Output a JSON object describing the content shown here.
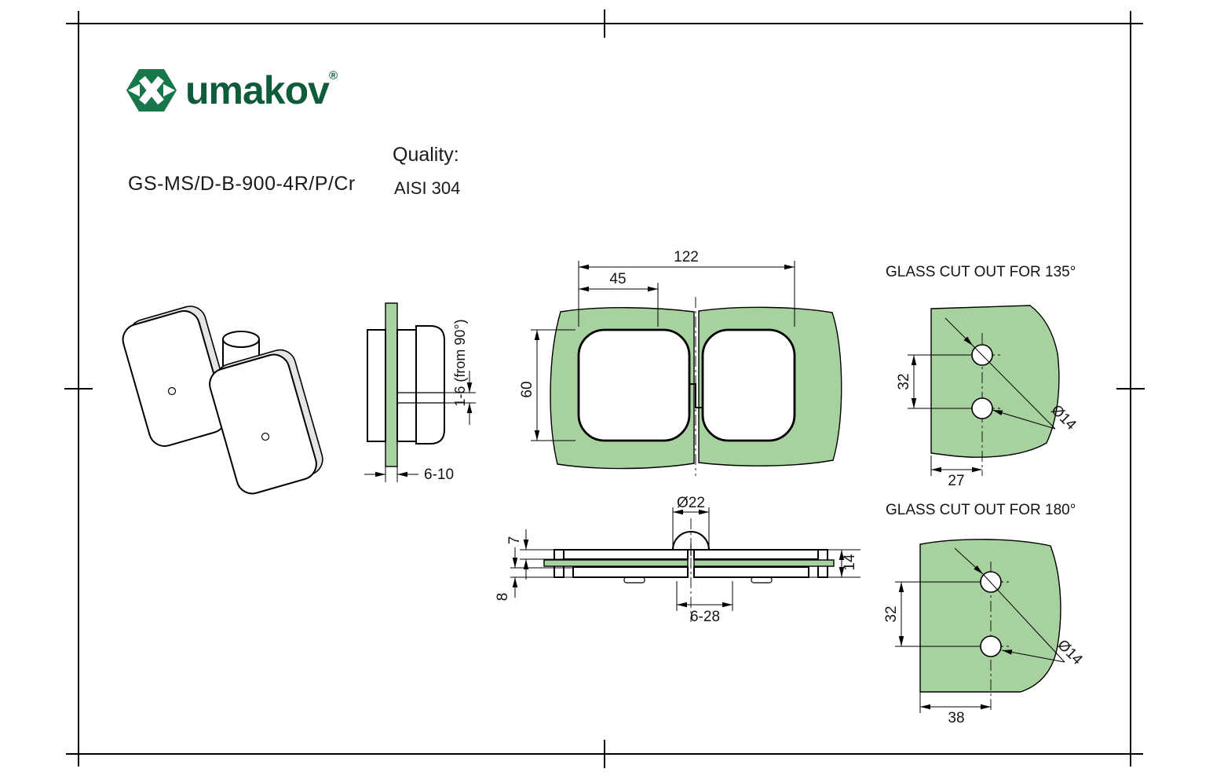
{
  "colors": {
    "brand_green": "#0f5c3a",
    "icon_green": "#17764a",
    "glass_green": "#a7d2a0",
    "line_black": "#000000"
  },
  "header": {
    "brand": "umakov",
    "reg_mark": "®",
    "product_code": "GS-MS/D-B-900-4R/P/Cr",
    "quality_label": "Quality:",
    "quality_value": "AISI 304"
  },
  "top_view": {
    "dim_overall": "122",
    "dim_offset": "45",
    "dim_height": "60"
  },
  "side_view": {
    "dim_adjust": "1-6 (from 90°)",
    "dim_glass": "6-10"
  },
  "front_view": {
    "dim_knuckle": "Ø22",
    "dim_top": "7",
    "dim_bottom": "8",
    "dim_right": "14",
    "dim_gap": "6-28"
  },
  "cutout_135": {
    "title": "GLASS CUT OUT FOR 135°",
    "dim_pitch": "32",
    "dim_edge": "27",
    "dim_hole": "Ø14"
  },
  "cutout_180": {
    "title": "GLASS CUT OUT FOR 180°",
    "dim_pitch": "32",
    "dim_edge": "38",
    "dim_hole": "Ø14"
  }
}
